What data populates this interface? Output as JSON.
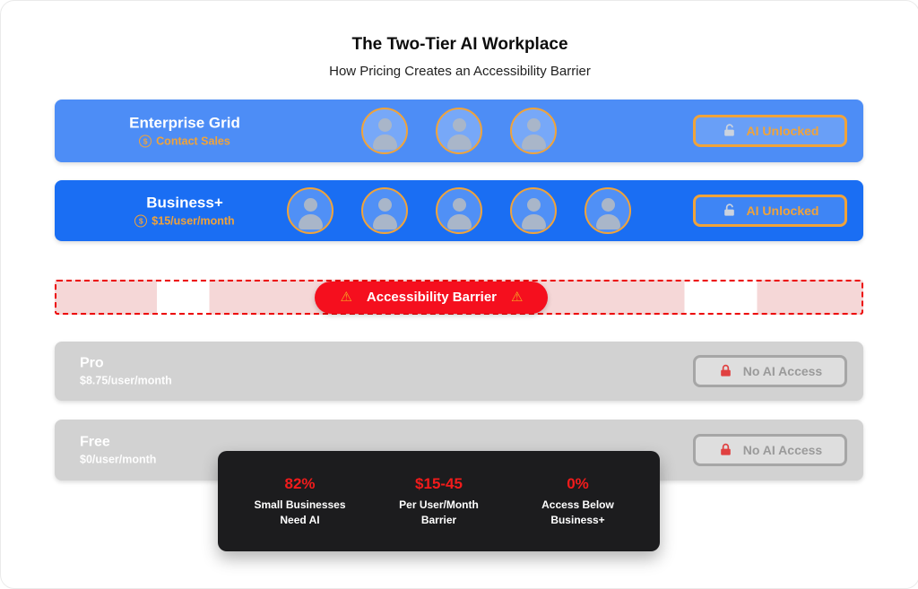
{
  "header": {
    "title": "The Two-Tier AI Workplace",
    "subtitle": "How Pricing Creates an Accessibility Barrier"
  },
  "tiers": {
    "enterprise": {
      "name": "Enterprise Grid",
      "price_icon": "$",
      "price": "Contact Sales",
      "badge": "AI Unlocked",
      "avatars": 3
    },
    "business": {
      "name": "Business+",
      "price_icon": "$",
      "price": "$15/user/month",
      "badge": "AI Unlocked",
      "avatars": 5
    },
    "pro": {
      "name": "Pro",
      "price": "$8.75/user/month",
      "badge": "No AI Access"
    },
    "free": {
      "name": "Free",
      "price": "$0/user/month",
      "badge": "No AI Access"
    }
  },
  "barrier": {
    "label": "Accessibility Barrier",
    "warning": "⚠"
  },
  "stats": [
    {
      "value": "82%",
      "label": "Small Businesses\nNeed AI"
    },
    {
      "value": "$15-45",
      "label": "Per User/Month\nBarrier"
    },
    {
      "value": "0%",
      "label": "Access Below\nBusiness+"
    }
  ],
  "colors": {
    "enterprise_blue": "#4d8df6",
    "business_blue": "#1a6ef3",
    "accent_orange": "#f0a33a",
    "barrier_red": "#f50f1e",
    "tier_gray": "#d2d2d2",
    "stats_bg": "#1c1c1e",
    "stat_value_red": "#f21b1b"
  }
}
